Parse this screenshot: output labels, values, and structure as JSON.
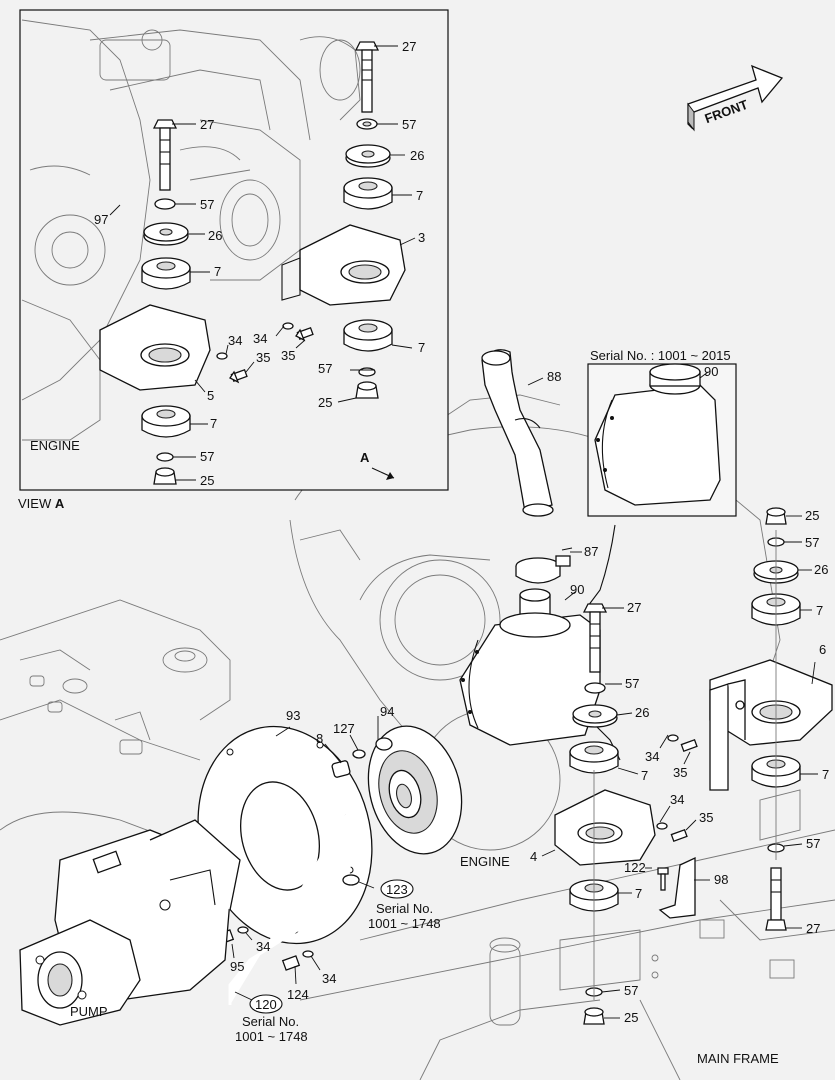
{
  "labels": {
    "view_a": "VIEW",
    "view_a_letter": "A",
    "arrow_a": "A",
    "front": "FRONT",
    "engine_inset": "ENGINE",
    "engine_main": "ENGINE",
    "pump": "PUMP",
    "main_frame": "MAIN FRAME"
  },
  "serials": {
    "muffler_serial": "Serial No. : 1001 ~ 2015",
    "s123_line1": "Serial No.",
    "s123_line2": "1001 ~ 1748",
    "s120_line1": "Serial No.",
    "s120_line2": "1001 ~ 1748"
  },
  "callouts": {
    "c27a": "27",
    "c57a": "57",
    "c26a": "26",
    "c7a": "7",
    "c3": "3",
    "c27b": "27",
    "c57b": "57",
    "c97": "97",
    "c26b": "26",
    "c7b": "7",
    "c34a": "34",
    "c35a": "35",
    "c34b": "34",
    "c35b": "35",
    "c7c": "7",
    "c57c": "57",
    "c25a": "25",
    "c5": "5",
    "c7d": "7",
    "c57d": "57",
    "c25b": "25",
    "c88": "88",
    "c90a": "90",
    "c90b": "90",
    "c87": "87",
    "c25c": "25",
    "c57e": "57",
    "c26c": "26",
    "c7e": "7",
    "c6": "6",
    "c7f": "7",
    "c27c": "27",
    "c57f": "57",
    "c26d": "26",
    "c34c": "34",
    "c35c": "35",
    "c7g": "7",
    "c34d": "34",
    "c35d": "35",
    "c4": "4",
    "c122": "122",
    "c98": "98",
    "c7h": "7",
    "c57g": "57",
    "c27d": "27",
    "c57h": "57",
    "c25d": "25",
    "c93": "93",
    "c94": "94",
    "c127": "127",
    "c8": "8",
    "c123": "123",
    "c34e": "34",
    "c95": "95",
    "c124": "124",
    "c34f": "34",
    "c120": "120"
  }
}
